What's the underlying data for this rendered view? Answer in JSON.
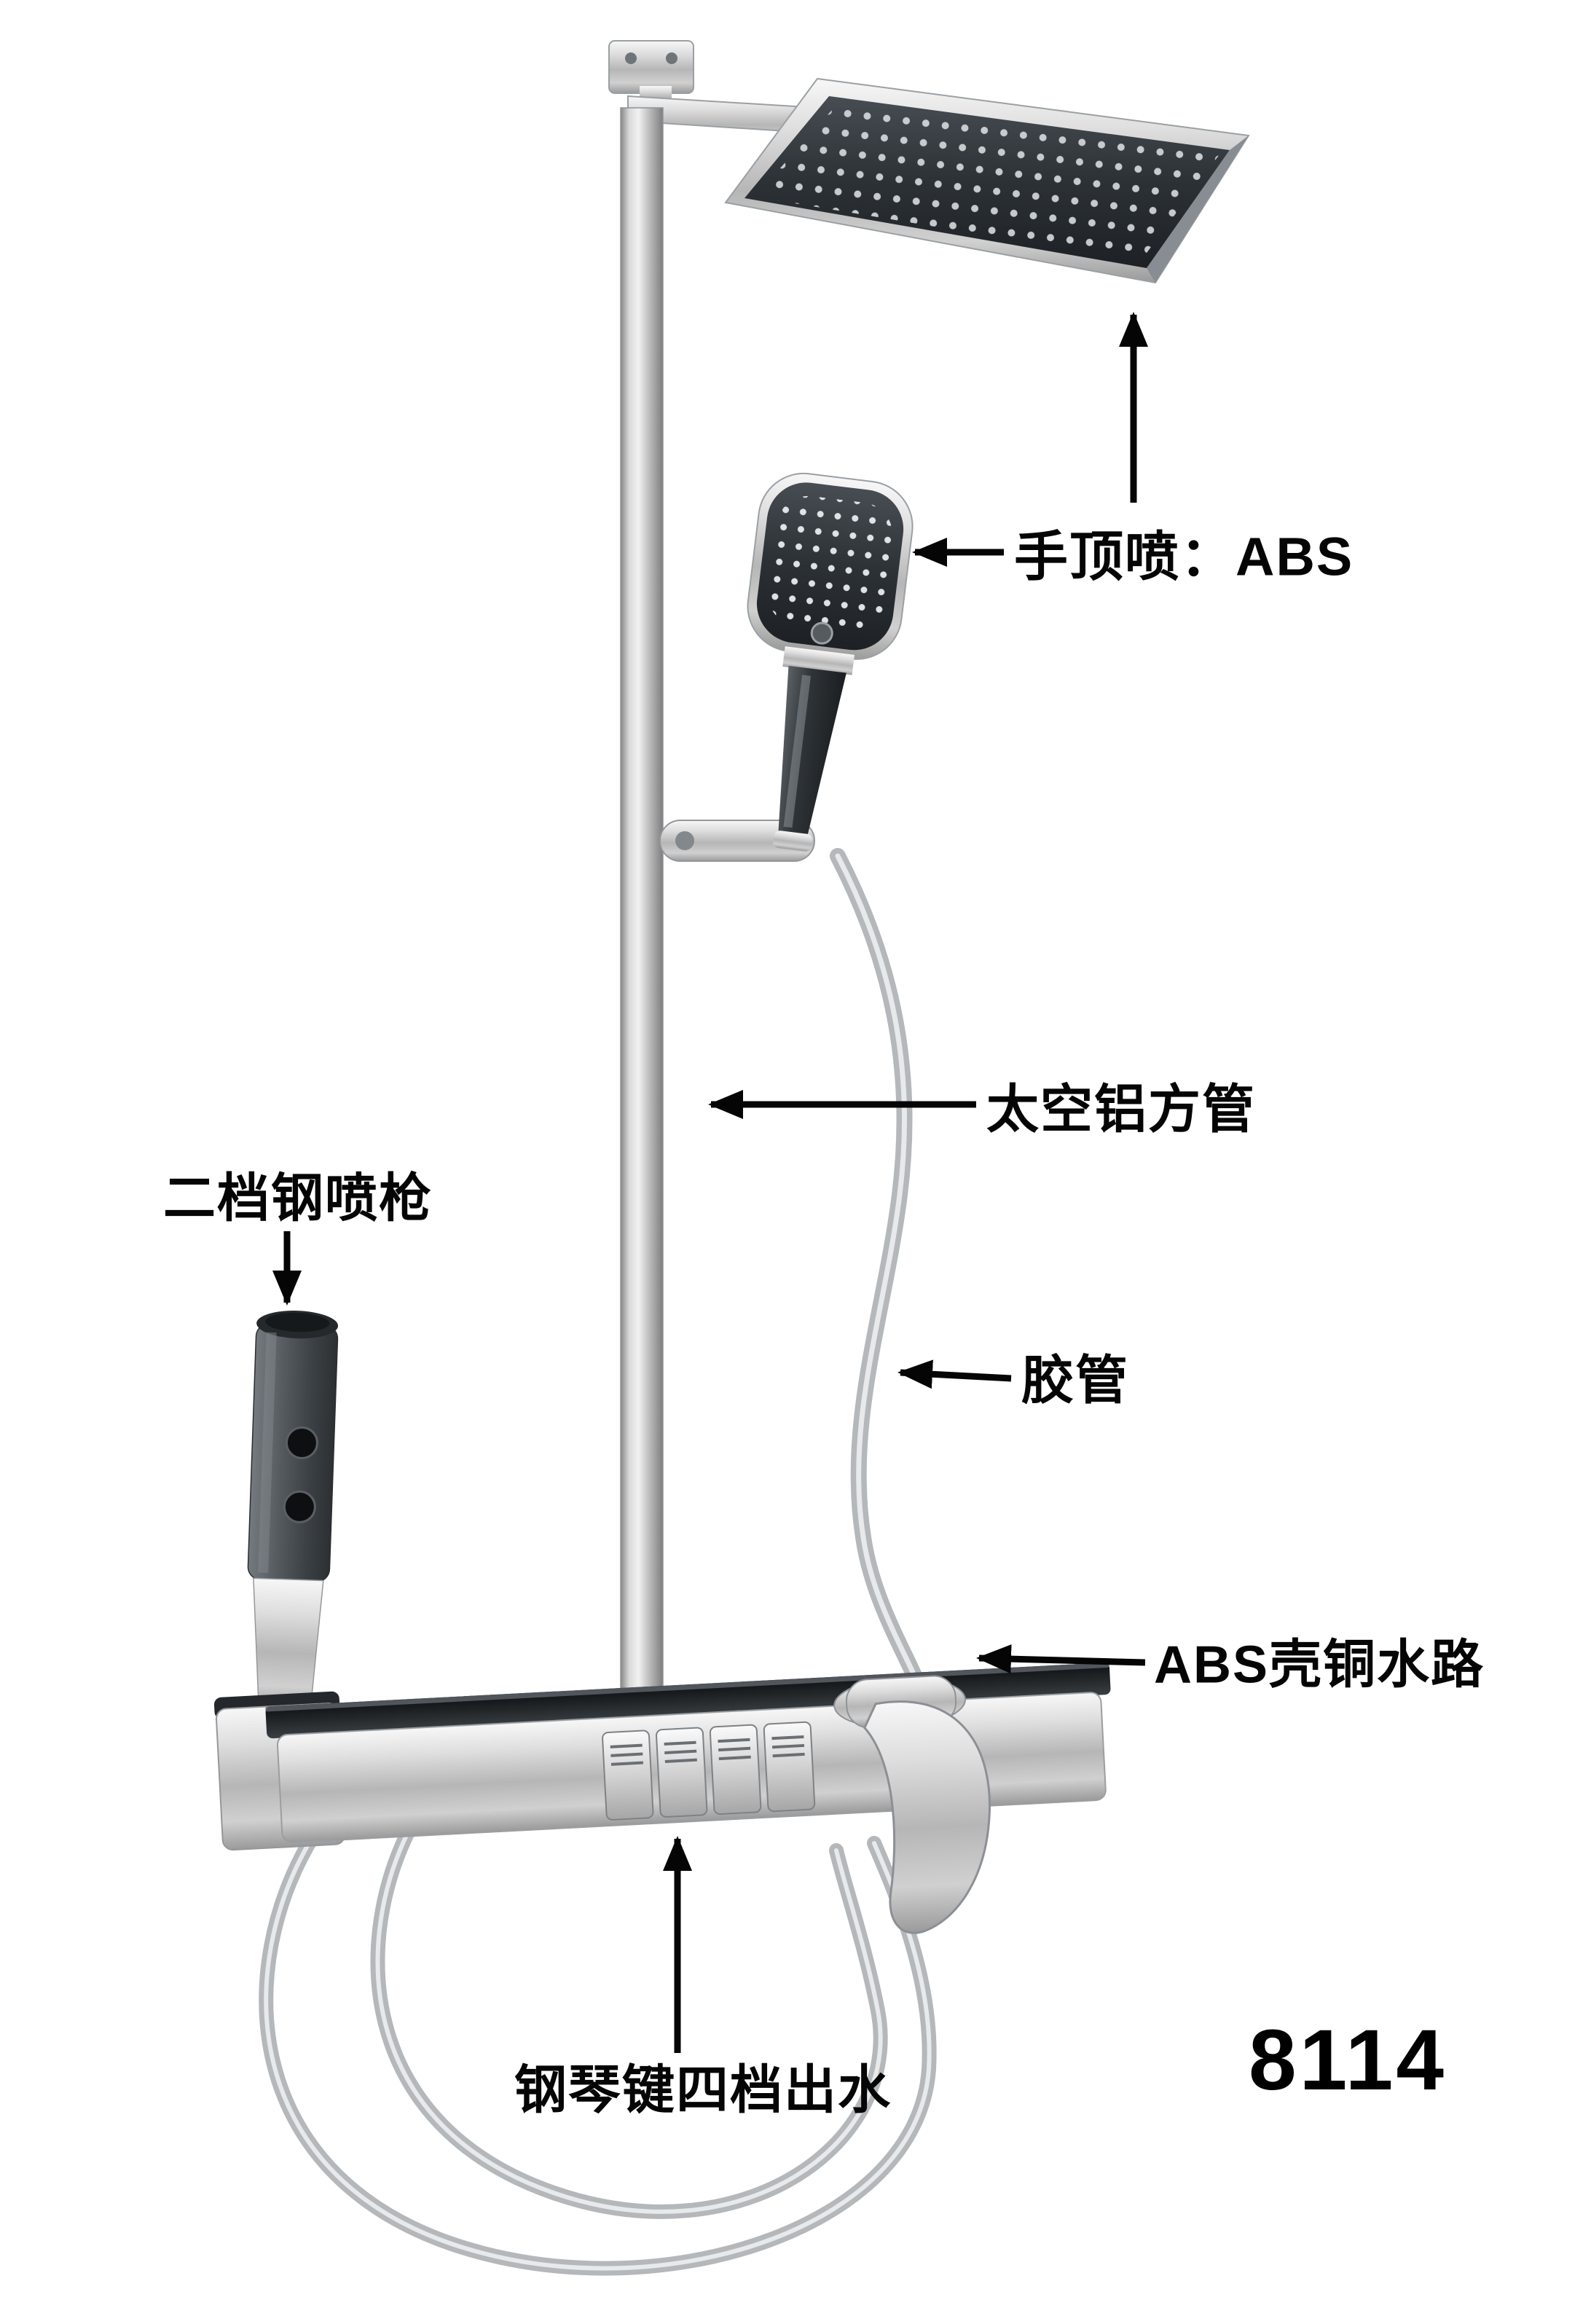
{
  "page": {
    "background": "#ffffff",
    "model_number": "8114"
  },
  "annotations": {
    "top_spray": {
      "label": "手顶喷：ABS"
    },
    "tube": {
      "label": "太空铝方管"
    },
    "hose": {
      "label": "胶管"
    },
    "spray_gun": {
      "label": "二档钢喷枪"
    },
    "waterway": {
      "label": "ABS壳铜水路"
    },
    "piano_keys": {
      "label": "钢琴键四档出水"
    }
  },
  "colors": {
    "annotation_text": "#050505",
    "arrow": "#050505",
    "chrome_light": "#f2f2f2",
    "chrome_dark": "#8a8a8a",
    "shower_face_dark": "#2c3136",
    "glass_top": "#16181a"
  }
}
